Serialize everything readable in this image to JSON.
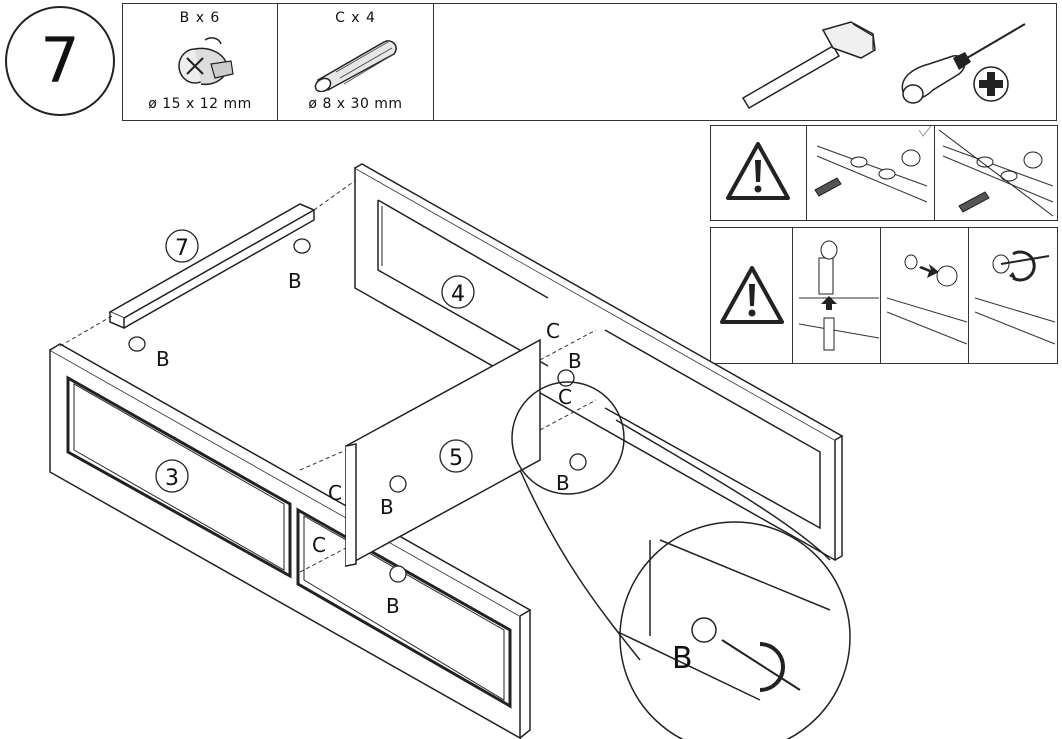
{
  "step": {
    "number": "7"
  },
  "parts": [
    {
      "label": "B x 6",
      "dimension": "ø 15 x 12 mm",
      "icon": "cam-lock-icon"
    },
    {
      "label": "C x 4",
      "dimension": "ø 8 x 30 mm",
      "icon": "wood-dowel-icon"
    }
  ],
  "tools": [
    "hammer-icon",
    "phillips-screwdriver-icon",
    "phillips-head-icon"
  ],
  "warnings": [
    {
      "icon": "warning-icon",
      "frames": [
        "dowel-correct-orientation",
        "dowel-incorrect-orientation"
      ]
    },
    {
      "icon": "warning-icon",
      "frames": [
        "cam-insert",
        "cam-push",
        "cam-turn"
      ]
    }
  ],
  "callouts": {
    "panel_7": "7",
    "panel_4": "4",
    "panel_5": "5",
    "panel_3": "3"
  },
  "labels": {
    "b": "B",
    "c": "C"
  }
}
